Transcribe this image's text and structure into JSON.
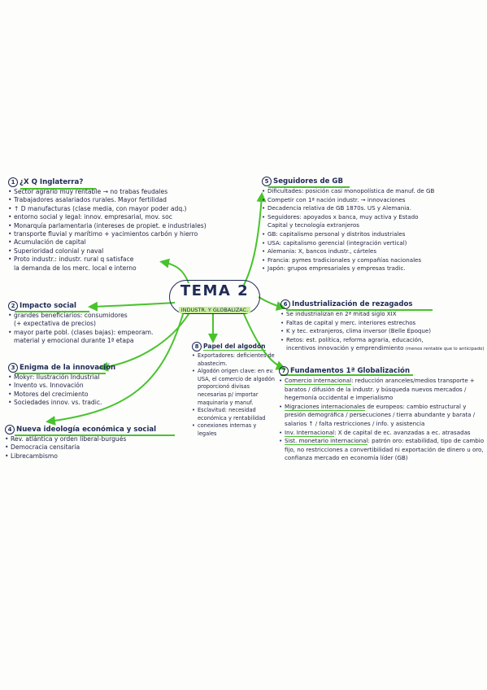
{
  "center": {
    "title": "TEMA 2",
    "subtitle": "INDUSTR. Y GLOBALIZAC."
  },
  "s1": {
    "num": "1",
    "heading": "¿X Q Inglaterra?",
    "items": [
      "Sector agrario muy rentable → no trabas feudales",
      "Trabajadores asalariados rurales. Mayor fertilidad",
      "↑ D manufacturas (clase media, con mayor poder adq.)",
      "entorno social y legal: innov. empresarial, mov. soc",
      "Monarquía parlamentaria (intereses de propiet. e industriales)",
      "transporte fluvial y marítimo + yacimientos carbón y hierro",
      "Acumulación de capital",
      "Superioridad colonial y naval",
      "Proto industr.: industr. rural q satisface"
    ],
    "cont": "la demanda de los merc. local e interno"
  },
  "s2": {
    "num": "2",
    "heading": "Impacto social",
    "items": [
      "grandes beneficiarios: consumidores",
      "mayor parte pobl. (clases bajas): empeoram."
    ],
    "cont1": "(+ expectativa de precios)",
    "cont2": "material y emocional durante 1ª etapa"
  },
  "s3": {
    "num": "3",
    "heading": "Enigma de la innovación",
    "items": [
      "Mokyr: Ilustración Industrial",
      "Invento vs. Innovación",
      "Motores del crecimiento",
      "Sociedades innov. vs. tradic."
    ]
  },
  "s4": {
    "num": "4",
    "heading": "Nueva ideología económica y social",
    "items": [
      "Rev. atlántica y orden liberal-burgués",
      "Democracia censitaria",
      "Librecambismo"
    ]
  },
  "s5": {
    "num": "5",
    "heading": "Seguidores de GB",
    "items": [
      "Dificultades: posición casi monopolística de manuf. de GB",
      "Competir con 1ª nación industr. → innovaciones",
      "Decadencia relativa de GB 1870s. US y Alemania.",
      "Seguidores: apoyados x banca, muy activa y Estado",
      "GB: capitalismo personal y distritos industriales",
      "USA: capitalismo gerencial (integración vertical)",
      "Alemania: X, bancos industr., cárteles",
      "Francia: pymes tradicionales y compañías nacionales",
      "Japón: grupos empresariales y empresas tradic."
    ],
    "cont": "Capital y tecnología extranjeros"
  },
  "s6": {
    "num": "6",
    "heading": "Industrialización de rezagados",
    "items": [
      "Se industrializan en 2ª mitad siglo XIX",
      "Faltas de capital y merc. interiores estrechos",
      "K y tec. extranjeros, clima inversor (Belle Époque)",
      "Retos: est. política, reforma agraria, educación,"
    ],
    "cont": "incentivos innovación y emprendimiento",
    "note": "(menos rentable que lo anticipado)"
  },
  "s7": {
    "num": "7",
    "heading": "Fundamentos 1ª Globalización",
    "p1_label": "Comercio internacional",
    "p1": ": reducción aranceles/medios transporte + baratos / difusión de la industr. y búsqueda nuevos mercados / hegemonía occidental e imperialismo",
    "p2_label": "Migraciones internacionales",
    "p2": " de europeos: cambio estructural y presión demográfica / persecuciones / tierra abundante y barata / salarios ↑ / falta restricciones / info. y asistencia",
    "p3_label": "Inv. Internacional",
    "p3": ": X de capital de ec. avanzadas a ec. atrasadas",
    "p4_label": "Sist. monetario internacional",
    "p4": ": patrón oro: estabilidad, tipo de cambio fijo, no restricciones a convertibilidad ni exportación de dinero u oro, confianza mercado en economía líder (GB)"
  },
  "s8": {
    "num": "8",
    "heading": "Papel del algodón",
    "items": [
      "Exportadores: deficientes de abastecim.",
      "Algodón origen clave: en ev. USA, el comercio de algodón proporcionó divisas necesarias p/ importar maquinaria y manuf.",
      "Esclavitud: necesidad económica y rentabilidad",
      "conexiones internas y legales"
    ]
  },
  "colors": {
    "ink": "#1f2a55",
    "green": "#49c32c",
    "highlight": "#c9ef9a"
  }
}
